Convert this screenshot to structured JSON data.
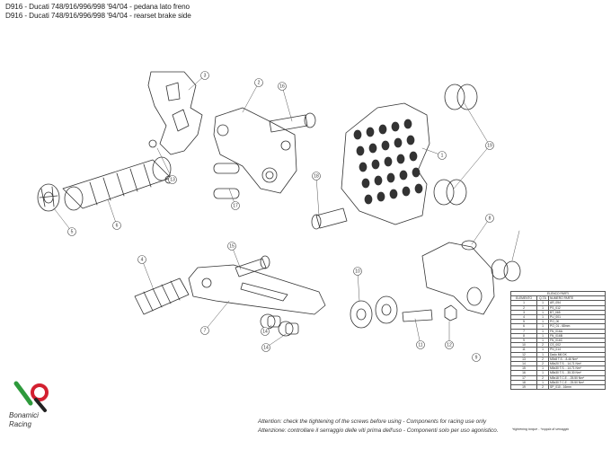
{
  "header": {
    "line1": "D916 - Ducati 748/916/996/998 '94/'04 - pedana lato freno",
    "line2": "D916 - Ducati 748/916/996/998 '94/'04 - rearset brake side"
  },
  "callouts": [
    "1",
    "2",
    "3",
    "4",
    "5",
    "6",
    "7",
    "8",
    "9",
    "10",
    "11",
    "12",
    "13",
    "14",
    "14",
    "15",
    "16",
    "17",
    "18",
    "19"
  ],
  "parts_table": {
    "title": "ELENCO PARTI",
    "columns": [
      "ELEMENTO",
      "Q.TÀ",
      "NUMERO PARTE"
    ],
    "rows": [
      [
        "1",
        "1",
        "AR_054"
      ],
      [
        "2",
        "1",
        "PS_012"
      ],
      [
        "3",
        "1",
        "BT_065"
      ],
      [
        "4",
        "1",
        "PU_001"
      ],
      [
        "5",
        "1",
        "PO_00"
      ],
      [
        "6",
        "1",
        "PO_01 - 68mm"
      ],
      [
        "7",
        "1",
        "FN_016A"
      ],
      [
        "8",
        "1",
        "FN_016B"
      ],
      [
        "9",
        "1",
        "FN_016C"
      ],
      [
        "10",
        "2",
        "CS_002"
      ],
      [
        "11",
        "1",
        "PN_014"
      ],
      [
        "12",
        "1",
        "Dado M6 DK"
      ],
      [
        "13",
        "2",
        "M5x8 T.S. - 8.46 Nm*"
      ],
      [
        "14",
        "2",
        "M6x20 T.S. - 14.71 Nm*"
      ],
      [
        "15",
        "1",
        "M6x30 T.S. - 14.71 Nm*"
      ],
      [
        "16",
        "1",
        "M8x30 T.S. - 35.30 Nm*"
      ],
      [
        "17",
        "2",
        "M8x18 T.C.E. - 25.50 Nm*"
      ],
      [
        "18",
        "1",
        "M8x30 T.C.E. - 25.50 Nm*"
      ],
      [
        "19",
        "2",
        "SP_010 - 16mm"
      ]
    ]
  },
  "warning": {
    "en": "Attention: check the tightening of the screws before using - Components for racing use only",
    "it": "Attenzione: controllare il serraggio delle viti prima dell'uso - Componenti solo per uso agonistico."
  },
  "table_note": "*tightening torque - *coppia di serraggio",
  "logo": {
    "line1": "Bonamici",
    "line2": "Racing",
    "colors": [
      "#2e9a3c",
      "#d32030",
      "#222222"
    ]
  }
}
